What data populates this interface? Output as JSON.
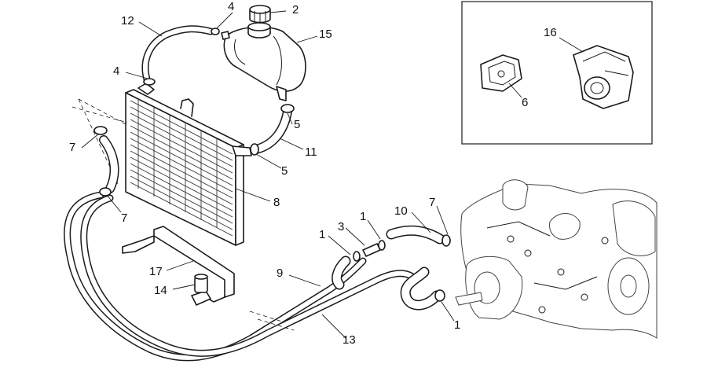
{
  "labels": {
    "l1a": "1",
    "l1b": "1",
    "l1c": "1",
    "l2": "2",
    "l3": "3",
    "l4a": "4",
    "l4b": "4",
    "l5a": "5",
    "l5b": "5",
    "l6": "6",
    "l7a": "7",
    "l7b": "7",
    "l7c": "7",
    "l8": "8",
    "l9": "9",
    "l10": "10",
    "l11": "11",
    "l12": "12",
    "l13": "13",
    "l14": "14",
    "l15": "15",
    "l16": "16",
    "l17": "17"
  },
  "colors": {
    "line": "#1a1a1a",
    "background": "#ffffff"
  }
}
